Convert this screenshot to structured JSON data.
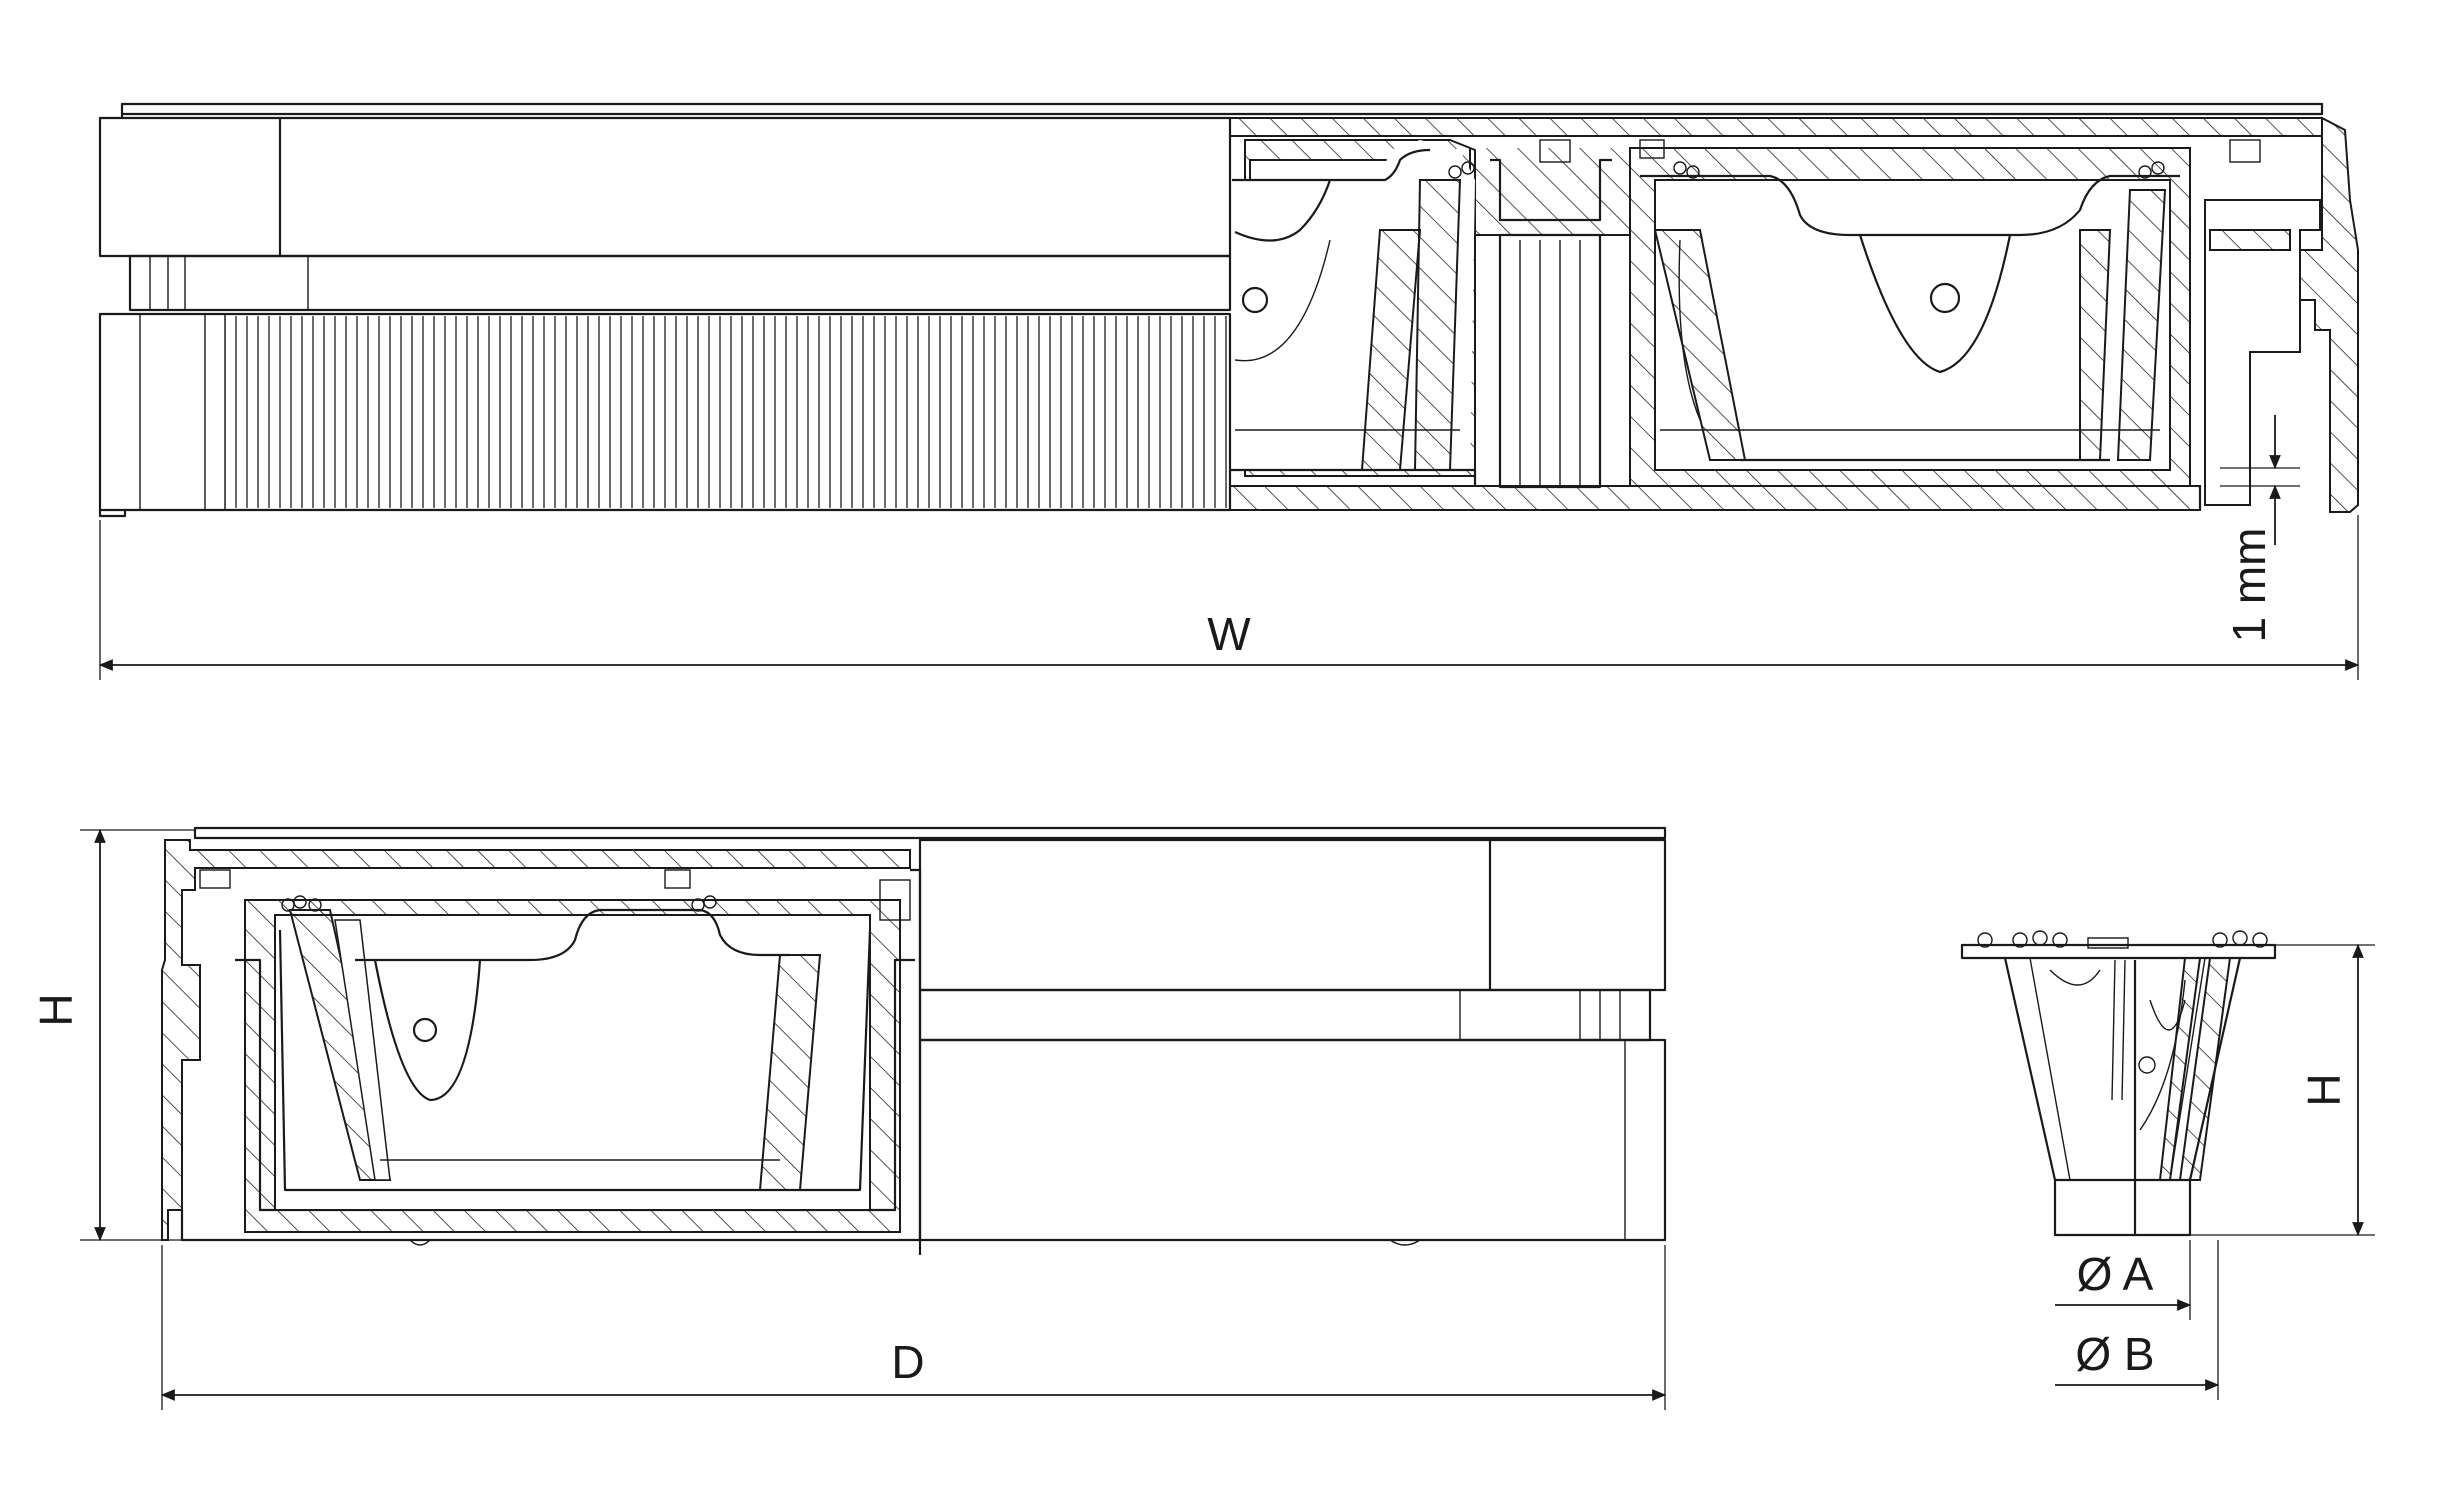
{
  "labels": {
    "width": "W",
    "depth": "D",
    "height_front": "H",
    "height_module": "H",
    "clearance": "1 mm",
    "diameter_a": "Ø A",
    "diameter_b": "Ø B"
  }
}
